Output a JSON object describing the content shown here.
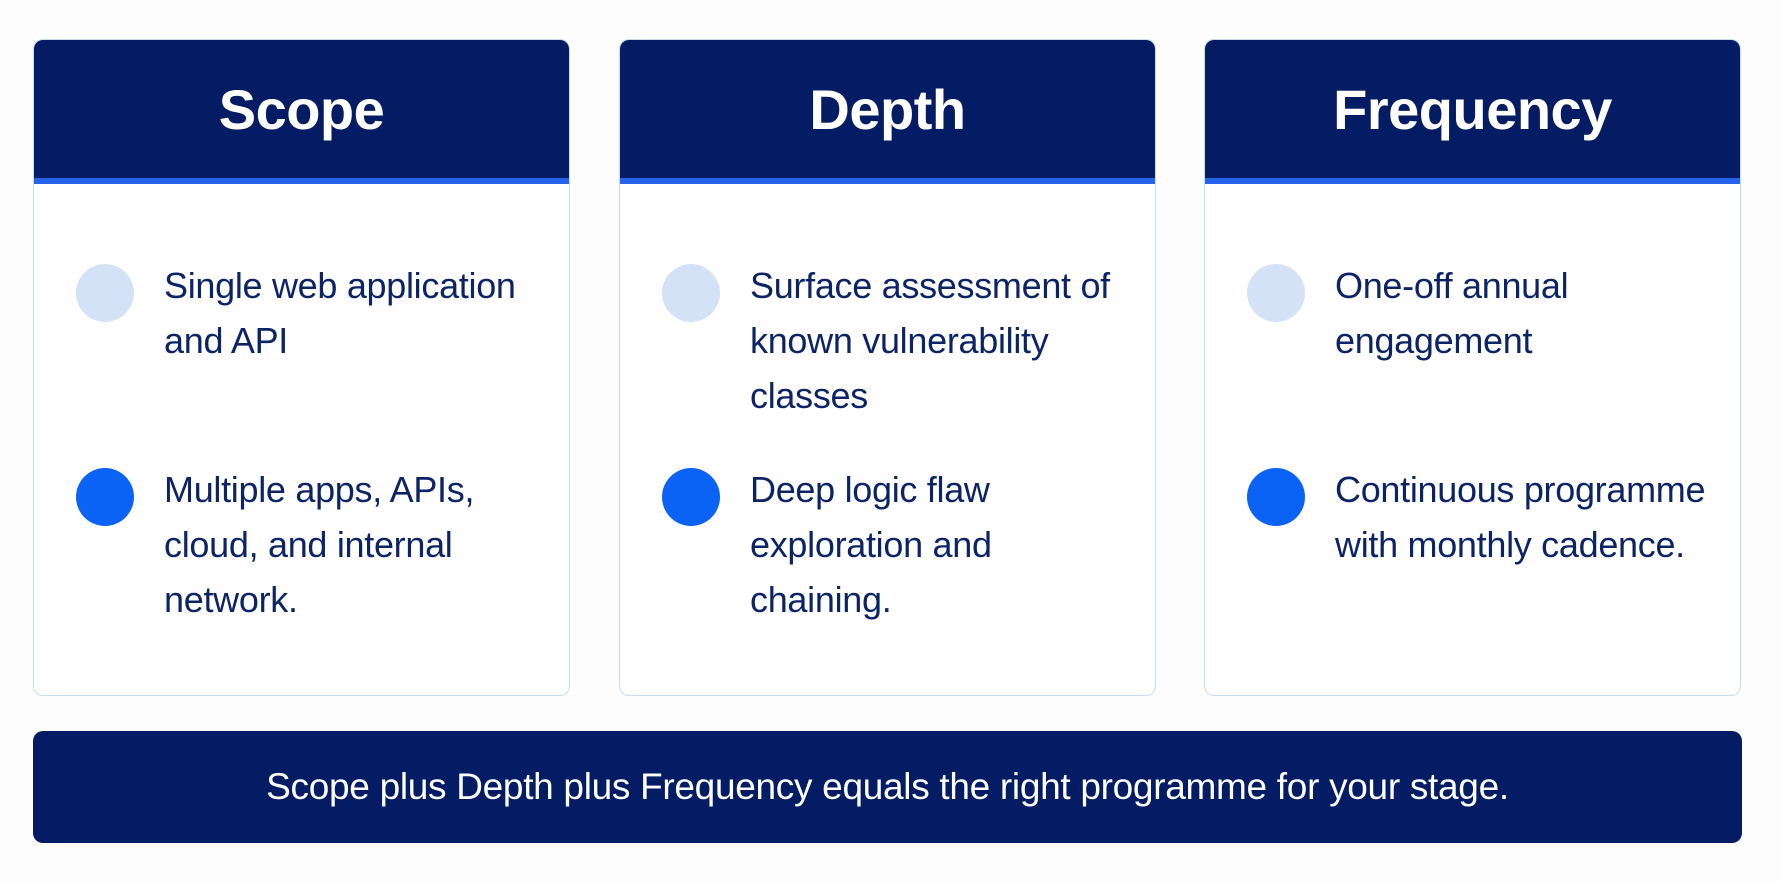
{
  "columns": [
    {
      "title": "Scope",
      "items": [
        {
          "text": "Single web application and API",
          "dot": "light"
        },
        {
          "text": "Multiple apps, APIs, cloud, and internal network.",
          "dot": "strong"
        }
      ]
    },
    {
      "title": "Depth",
      "items": [
        {
          "text": "Surface assessment of known vulnerability classes",
          "dot": "light"
        },
        {
          "text": "Deep logic flaw exploration and chaining.",
          "dot": "strong"
        }
      ]
    },
    {
      "title": "Frequency",
      "items": [
        {
          "text": "One-off annual engagement",
          "dot": "light"
        },
        {
          "text": "Continuous programme with monthly cadence.",
          "dot": "strong"
        }
      ]
    }
  ],
  "banner": {
    "text": "Scope plus Depth plus Frequency equals the right programme for your stage."
  },
  "colors": {
    "header_bg": "#031c63",
    "header_accent": "#2563eb",
    "dot_light": "#d4e2f8",
    "dot_strong": "#0b63f6",
    "text": "#0c2466",
    "card_border": "#c9dbf4"
  }
}
